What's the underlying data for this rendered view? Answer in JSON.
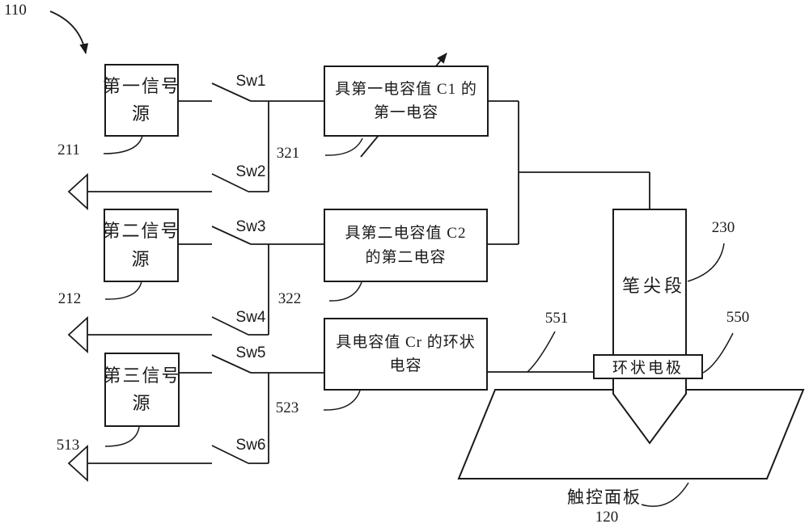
{
  "figure": {
    "ref": "110",
    "sources": [
      {
        "line1": "第一信号",
        "line2": "源",
        "ref": "211"
      },
      {
        "line1": "第二信号",
        "line2": "源",
        "ref": "212"
      },
      {
        "line1": "第三信号",
        "line2": "源",
        "ref": "513"
      }
    ],
    "switches": [
      {
        "label": "Sw1"
      },
      {
        "label": "Sw2"
      },
      {
        "label": "Sw3"
      },
      {
        "label": "Sw4"
      },
      {
        "label": "Sw5"
      },
      {
        "label": "Sw6"
      }
    ],
    "capacitors": [
      {
        "line1": "具第一电容值 C1 的",
        "line2": "第一电容",
        "ref": "321"
      },
      {
        "line1": "具第二电容值 C2",
        "line2": "的第二电容",
        "ref": "322"
      },
      {
        "line1": "具电容值 Cr 的环状",
        "line2": "电容",
        "ref": "523"
      }
    ],
    "pen_tip": {
      "label": "笔尖段",
      "ref": "230"
    },
    "ring_electrode": {
      "label": "环状电极",
      "ref": "550",
      "wire_ref": "551"
    },
    "touch_panel": {
      "label": "触控面板",
      "ref": "120"
    },
    "colors": {
      "ink": "#1a1a1a",
      "background": "#ffffff"
    }
  }
}
